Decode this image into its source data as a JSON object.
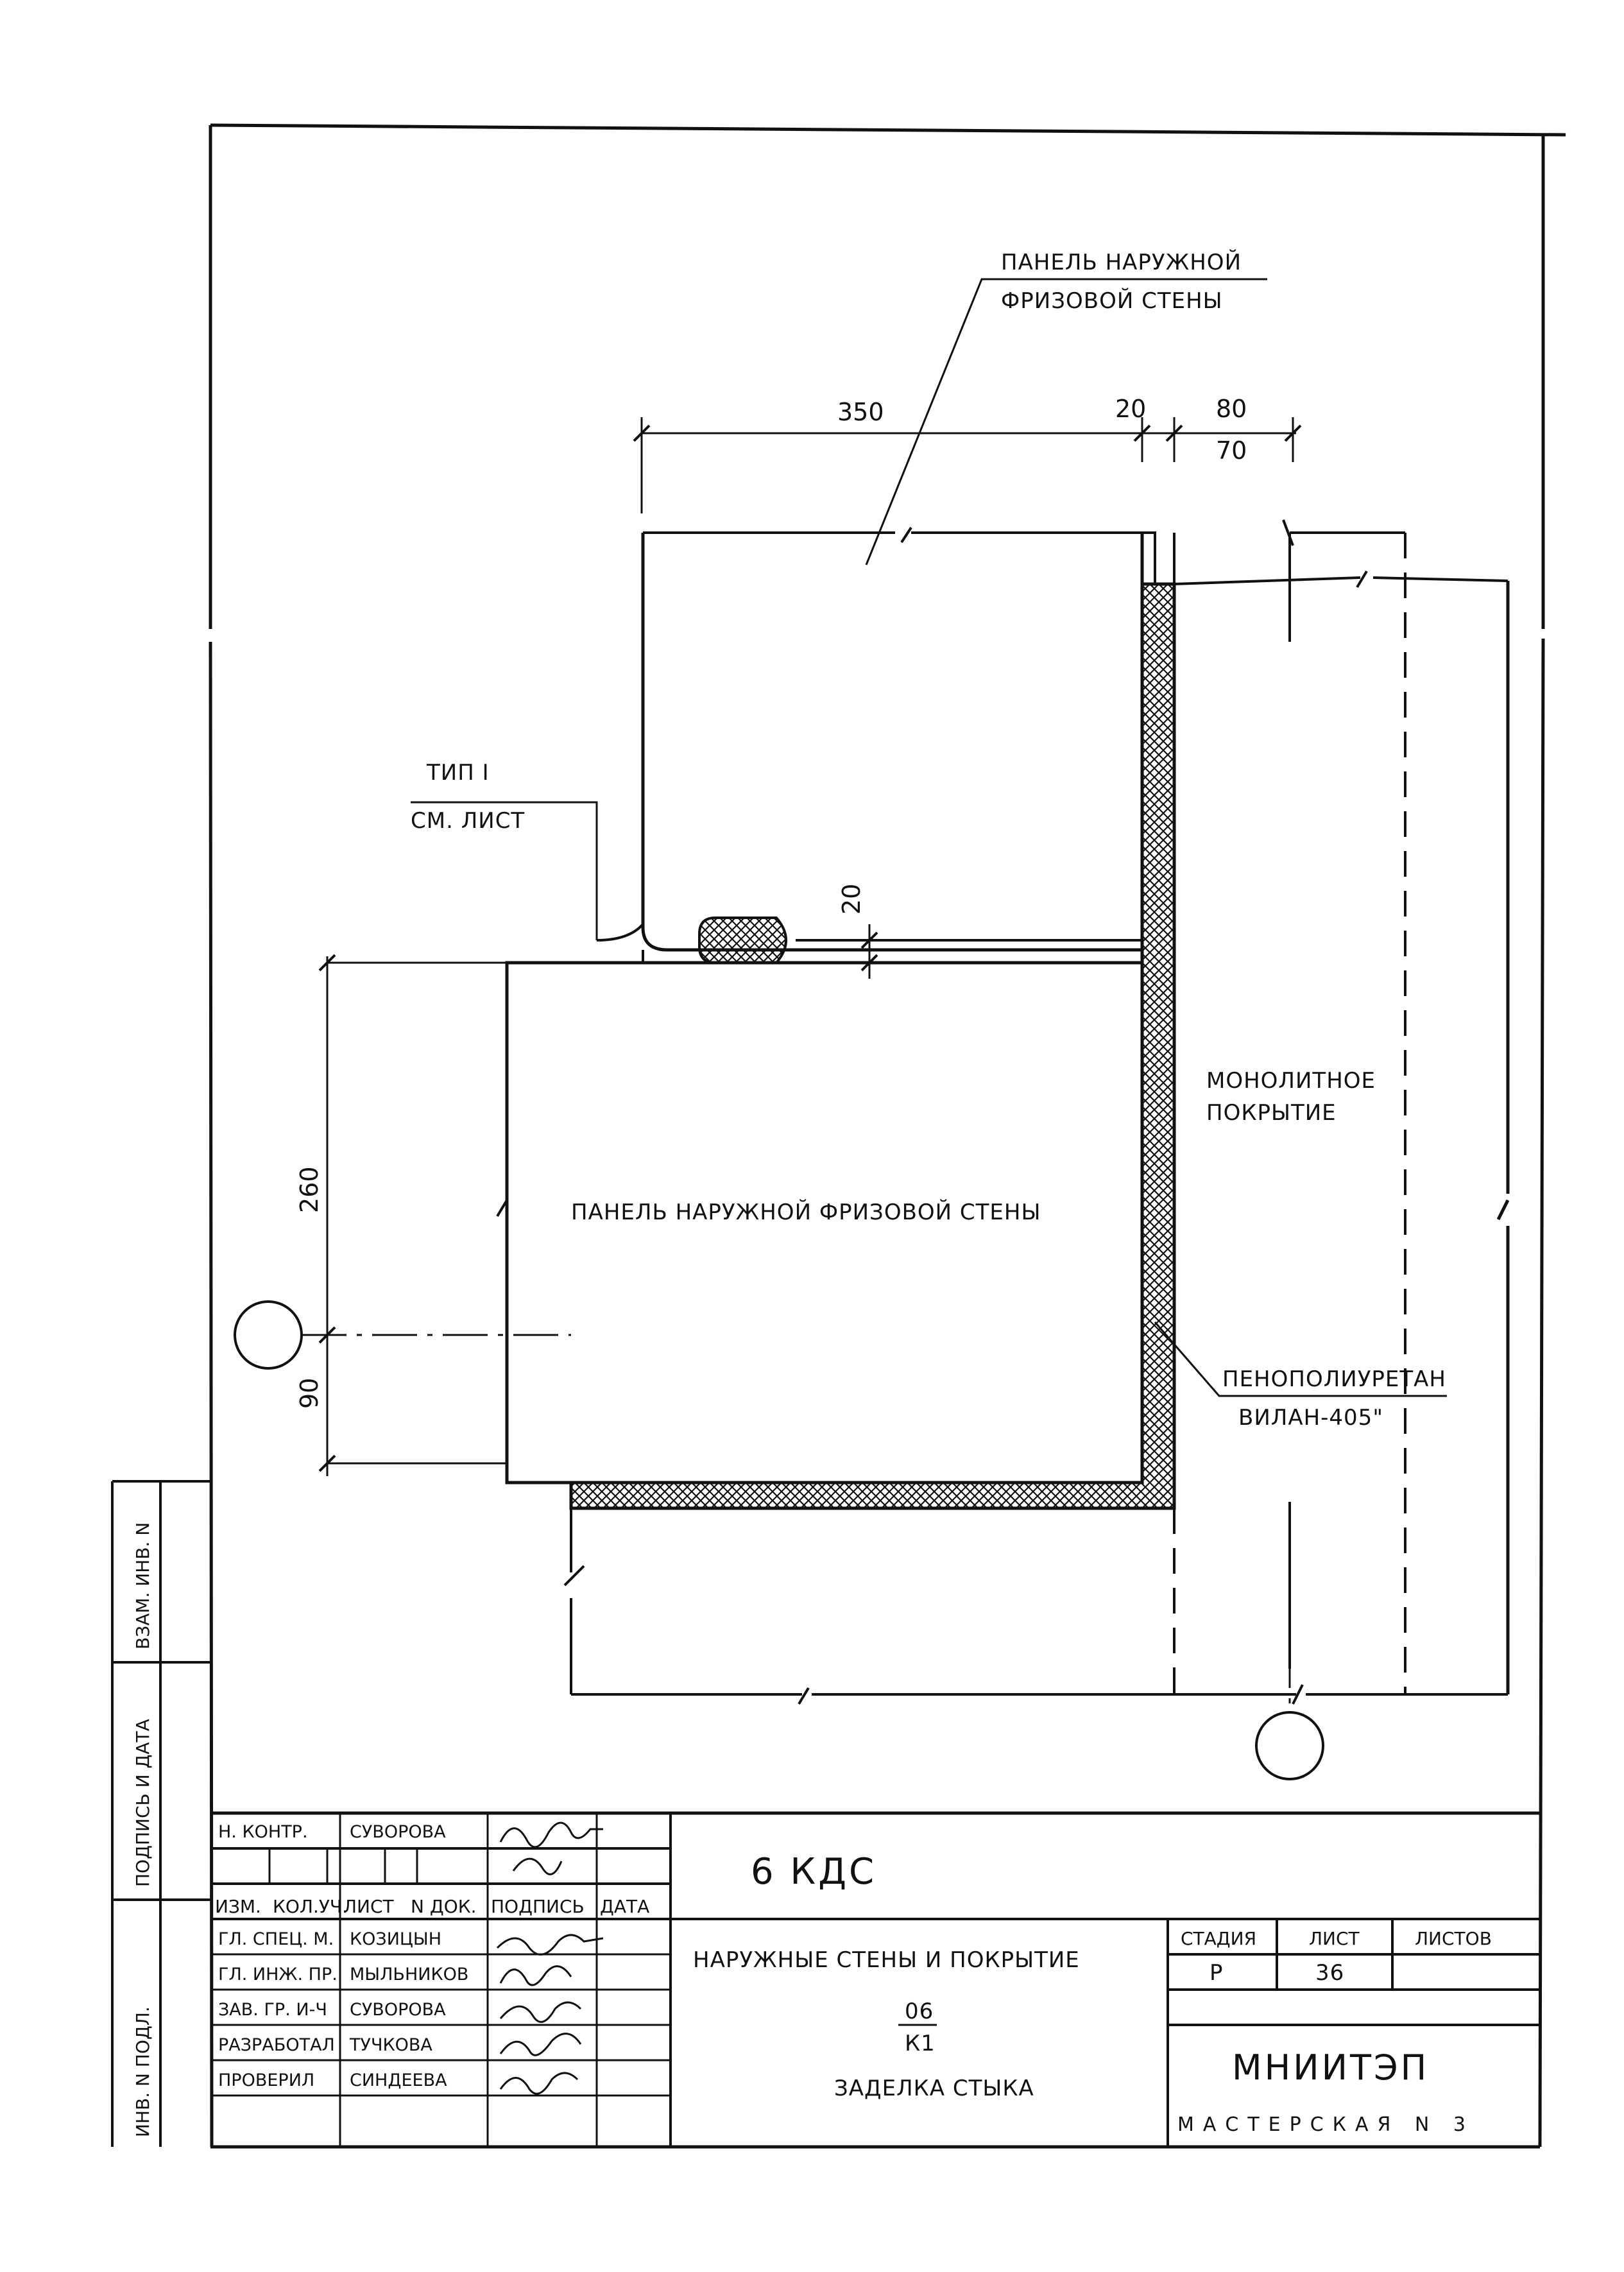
{
  "labels": {
    "top_panel_line1": "ПАНЕЛЬ НАРУЖНОЙ",
    "top_panel_line2": "ФРИЗОВОЙ СТЕНЫ",
    "main_panel": "ПАНЕЛЬ НАРУЖНОЙ ФРИЗОВОЙ СТЕНЫ",
    "type_ref_line1": "ТИП I",
    "type_ref_line2": "СМ. ЛИСТ",
    "monolith_line1": "МОНОЛИТНОЕ",
    "monolith_line2": "ПОКРЫТИЕ",
    "foam_line1": "ПЕНОПОЛИУРЕТАН",
    "foam_line2": "ВИЛАН-405\""
  },
  "dimensions": {
    "d350": "350",
    "d20_top": "20",
    "d80": "80",
    "d70": "70",
    "d20_joint": "20",
    "d260": "260",
    "d90": "90"
  },
  "margin": {
    "vz_inv": "ВЗАМ. ИНВ. N",
    "signature_date": "ПОДПИСЬ И ДАТА",
    "inv_orig": "ИНВ. N ПОДЛ."
  },
  "title_block": {
    "row_nkontr": {
      "role": "Н. КОНТР.",
      "name": "СУВОРОВА"
    },
    "header_cols": [
      "ИЗМ.",
      "КОЛ.УЧ.",
      "ЛИСТ",
      "N ДОК.",
      "ПОДПИСЬ",
      "ДАТА"
    ],
    "staff": [
      {
        "role": "ГЛ. СПЕЦ. М.",
        "name": "КОЗИЦЫН"
      },
      {
        "role": "ГЛ. ИНЖ. ПР.",
        "name": "МЫЛЬНИКОВ"
      },
      {
        "role": "ЗАВ. ГР. И-Ч",
        "name": "СУВОРОВА"
      },
      {
        "role": "РАЗРАБОТАЛ",
        "name": "ТУЧКОВА"
      },
      {
        "role": "ПРОВЕРИЛ",
        "name": "СИНДЕЕВА"
      }
    ],
    "code": "6 КДС",
    "title_top": "НАРУЖНЫЕ СТЕНЫ И ПОКРЫТИЕ",
    "fraction_num": "06",
    "fraction_den": "К1",
    "title_bottom": "ЗАДЕЛКА СТЫКА",
    "stage_header": "СТАДИЯ",
    "sheet_header": "ЛИСТ",
    "sheets_header": "ЛИСТОВ",
    "stage_value": "Р",
    "sheet_value": "36",
    "sheets_value": "",
    "org": "МНИИТЭП",
    "workshop": "МАСТЕРСКАЯ N 3"
  }
}
